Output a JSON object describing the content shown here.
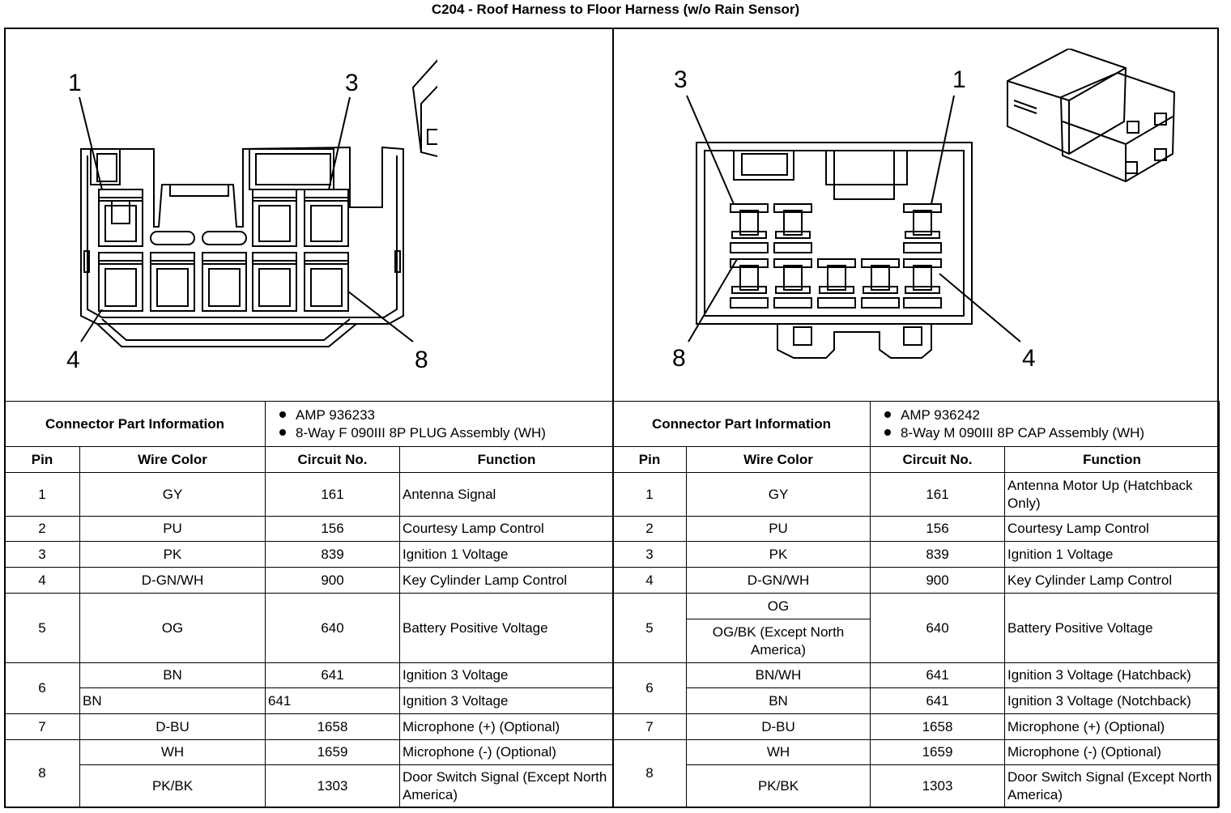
{
  "title": "C204 - Roof Harness to Floor Harness (w/o Rain Sensor)",
  "left": {
    "callouts": {
      "top_left": "1",
      "top_right": "3",
      "bottom_left": "4",
      "bottom_right": "8"
    },
    "part_info_label": "Connector Part Information",
    "part_info": [
      "AMP 936233",
      "8-Way F 090III 8P PLUG Assembly (WH)"
    ],
    "headers": {
      "pin": "Pin",
      "wire": "Wire Color",
      "circuit": "Circuit No.",
      "function": "Function"
    },
    "rows": [
      {
        "pin": "1",
        "entries": [
          {
            "wire": "GY",
            "circuit": "161",
            "function": "Antenna Signal"
          }
        ]
      },
      {
        "pin": "2",
        "entries": [
          {
            "wire": "PU",
            "circuit": "156",
            "function": "Courtesy Lamp Control"
          }
        ]
      },
      {
        "pin": "3",
        "entries": [
          {
            "wire": "PK",
            "circuit": "839",
            "function": "Ignition 1 Voltage"
          }
        ]
      },
      {
        "pin": "4",
        "entries": [
          {
            "wire": "D-GN/WH",
            "circuit": "900",
            "function": "Key Cylinder Lamp Control"
          }
        ]
      },
      {
        "pin": "5",
        "entries": [
          {
            "wire": "OG",
            "circuit": "640",
            "function": "Battery Positive Voltage"
          }
        ]
      },
      {
        "pin": "6",
        "entries": [
          {
            "wire": "BN",
            "circuit": "641",
            "function": "Ignition 3 Voltage"
          },
          {
            "wire": "BN",
            "circuit": "641",
            "function": "Ignition 3 Voltage"
          }
        ]
      },
      {
        "pin": "7",
        "entries": [
          {
            "wire": "D-BU",
            "circuit": "1658",
            "function": "Microphone (+) (Optional)"
          }
        ]
      },
      {
        "pin": "8",
        "entries": [
          {
            "wire": "WH",
            "circuit": "1659",
            "function": "Microphone (-) (Optional)"
          },
          {
            "wire": "PK/BK",
            "circuit": "1303",
            "function": "Door Switch Signal (Except North America)"
          }
        ]
      }
    ]
  },
  "right": {
    "callouts": {
      "top_left": "3",
      "top_right": "1",
      "bottom_left": "8",
      "bottom_right": "4"
    },
    "part_info_label": "Connector Part Information",
    "part_info": [
      "AMP 936242",
      "8-Way M 090III 8P CAP Assembly (WH)"
    ],
    "headers": {
      "pin": "Pin",
      "wire": "Wire Color",
      "circuit": "Circuit No.",
      "function": "Function"
    },
    "rows": [
      {
        "pin": "1",
        "wire": "GY",
        "circuit": "161",
        "function": "Antenna Motor Up (Hatchback Only)"
      },
      {
        "pin": "2",
        "wire": "PU",
        "circuit": "156",
        "function": "Courtesy Lamp Control"
      },
      {
        "pin": "3",
        "wire": "PK",
        "circuit": "839",
        "function": "Ignition 1 Voltage"
      },
      {
        "pin": "4",
        "wire": "D-GN/WH",
        "circuit": "900",
        "function": "Key Cylinder Lamp Control"
      },
      {
        "pin": "5",
        "wires": [
          "OG",
          "OG/BK (Except North America)"
        ],
        "circuit": "640",
        "function": "Battery Positive Voltage"
      },
      {
        "pin": "6",
        "entries": [
          {
            "wire": "BN/WH",
            "circuit": "641",
            "function": "Ignition 3 Voltage (Hatchback)"
          },
          {
            "wire": "BN",
            "circuit": "641",
            "function": "Ignition 3 Voltage (Notchback)"
          }
        ]
      },
      {
        "pin": "7",
        "wire": "D-BU",
        "circuit": "1658",
        "function": "Microphone (+) (Optional)"
      },
      {
        "pin": "8",
        "entries": [
          {
            "wire": "WH",
            "circuit": "1659",
            "function": "Microphone (-) (Optional)"
          },
          {
            "wire": "PK/BK",
            "circuit": "1303",
            "function": "Door Switch Signal (Except North America)"
          }
        ]
      }
    ]
  }
}
